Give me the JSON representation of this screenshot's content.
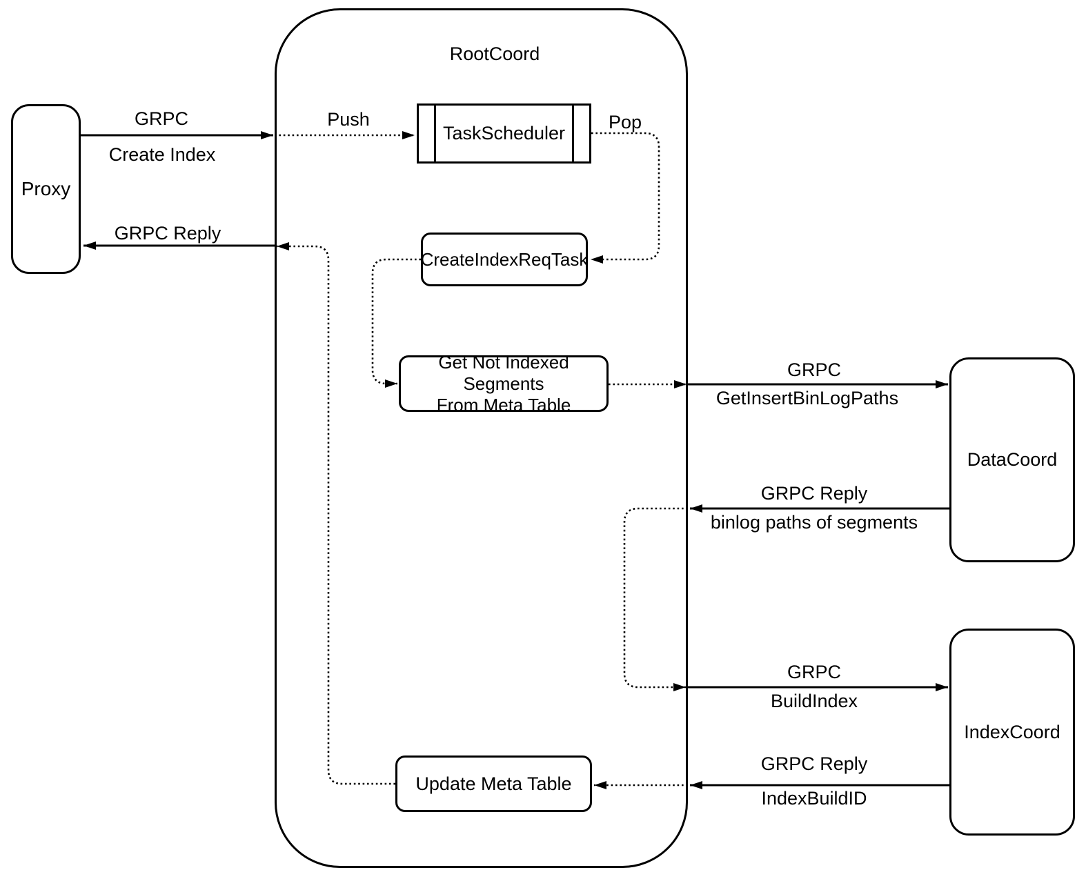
{
  "diagram": {
    "background": "#ffffff",
    "stroke_color": "#000000",
    "container": {
      "title": "RootCoord"
    },
    "nodes": {
      "proxy": {
        "label": "Proxy"
      },
      "task_scheduler": {
        "label": "TaskScheduler"
      },
      "create_index_req_task": {
        "label": "CreateIndexReqTask"
      },
      "get_not_indexed_segments": {
        "lines": [
          "Get Not Indexed Segments",
          "From Meta Table"
        ]
      },
      "update_meta_table": {
        "label": "Update Meta Table"
      },
      "data_coord": {
        "label": "DataCoord"
      },
      "index_coord": {
        "label": "IndexCoord"
      }
    },
    "edges": {
      "proxy_to_rootcoord": {
        "protocol": "GRPC",
        "message": "Create Index"
      },
      "push": {
        "label": "Push"
      },
      "pop": {
        "label": "Pop"
      },
      "rootcoord_to_proxy": {
        "protocol": "GRPC Reply"
      },
      "rootcoord_to_datacoord": {
        "protocol": "GRPC",
        "message": "GetInsertBinLogPaths"
      },
      "datacoord_to_rootcoord": {
        "protocol": "GRPC Reply",
        "message": "binlog paths of segments"
      },
      "rootcoord_to_indexcoord": {
        "protocol": "GRPC",
        "message": "BuildIndex"
      },
      "indexcoord_to_rootcoord": {
        "protocol": "GRPC Reply",
        "message": "IndexBuildID"
      }
    }
  }
}
